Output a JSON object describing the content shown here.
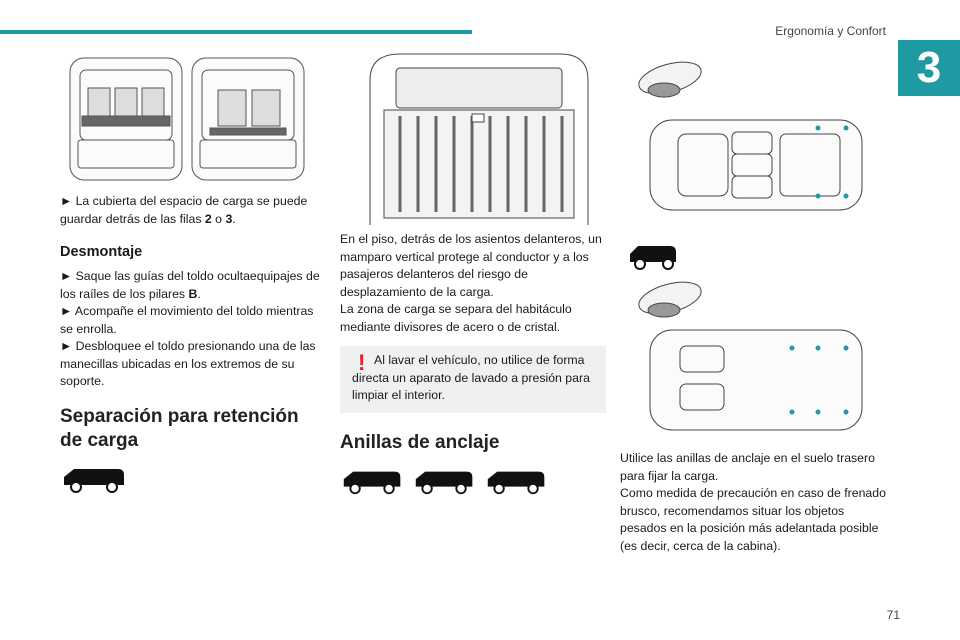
{
  "header": {
    "chapter_title": "Ergonomía y Confort",
    "chapter_number": "3",
    "accent_color": "#1f9aa3"
  },
  "col1": {
    "para_cover": [
      "► La cubierta del espacio de carga se puede guardar detrás de las filas ",
      "2",
      " o ",
      "3",
      "."
    ],
    "heading_removal": "Desmontaje",
    "steps": [
      [
        "► Saque las guías del toldo ocultaequipajes de los raíles de los pilares ",
        "B",
        "."
      ],
      "► Acompañe el movimiento del toldo mientras se enrolla.",
      "► Desbloquee el toldo presionando una de las manecillas ubicadas en los extremos de su soporte."
    ],
    "heading_separation": "Separación para retención de carga"
  },
  "col2": {
    "paragraph": [
      "En el piso, detrás de los asientos delanteros, un mamparo vertical protege al conductor y a los pasajeros delanteros del riesgo de desplazamiento de la carga.",
      "La zona de carga se separa del habitáculo mediante divisores de acero o de cristal."
    ],
    "warning": "Al lavar el vehículo, no utilice de forma directa un aparato de lavado a presión para limpiar el interior.",
    "warning_color": "#e32222",
    "heading_rings": "Anillas de anclaje"
  },
  "col3": {
    "paragraph": [
      "Utilice las anillas de anclaje en el suelo trasero para fijar la carga.",
      "Como medida de precaución en caso de frenado brusco, recomendamos situar los objetos pesados en la posición más adelantada posible (es decir, cerca de la cabina)."
    ]
  },
  "footer": {
    "page_number": "71"
  }
}
